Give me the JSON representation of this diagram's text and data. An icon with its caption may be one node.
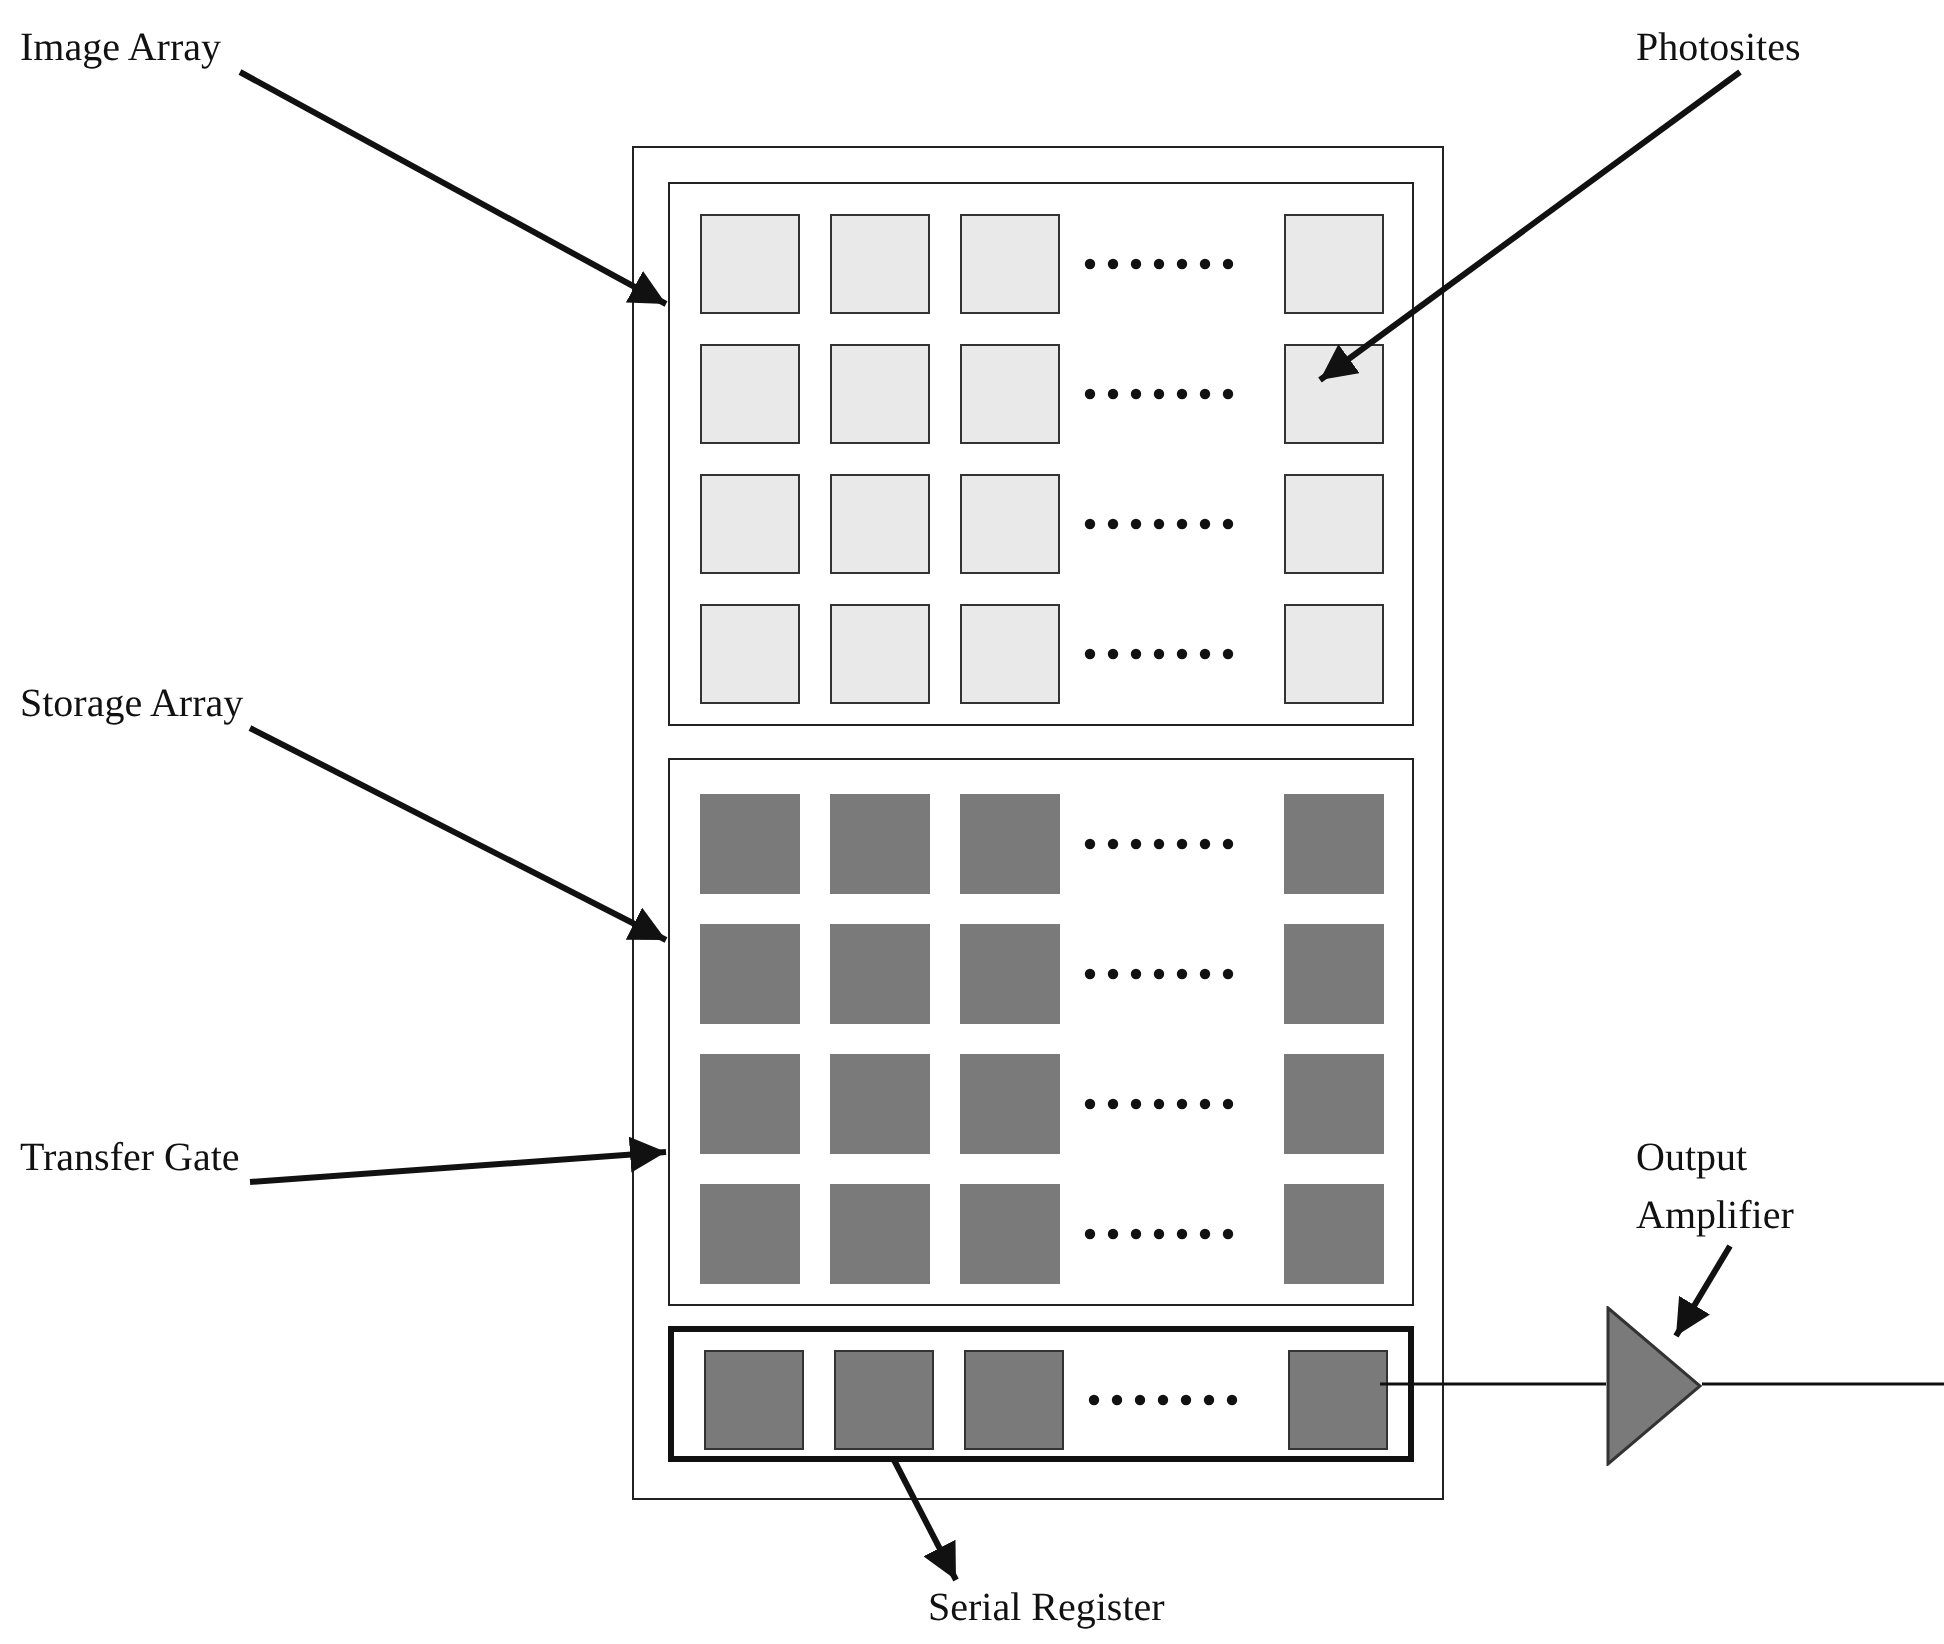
{
  "diagram": {
    "nodes": [
      {
        "text": [
          "Image Array"
        ]
      },
      {
        "text": [
          "Photosites"
        ]
      },
      {
        "text": [
          "Storage Array"
        ]
      },
      {
        "text": [
          "Transfer Gate"
        ]
      },
      {
        "text": [
          "Output Amplifier"
        ]
      },
      {
        "text": [
          "Serial Register"
        ]
      },
      {
        "text": [],
        "shape": "box"
      },
      {
        "text": [],
        "shape": "box",
        "in": 6
      },
      {
        "text": [],
        "shape": "box",
        "in": 6
      },
      {
        "text": [],
        "shape": "box",
        "in": 6
      },
      {
        "text": [],
        "shape": "triangle"
      },
      {
        "text": [],
        "shape": "box",
        "in": 7
      },
      {
        "text": [],
        "shape": "box",
        "in": 7
      },
      {
        "text": [],
        "shape": "box",
        "in": 7
      },
      {
        "text": [],
        "shape": "box",
        "in": 7
      },
      {
        "text": [],
        "shape": "box",
        "in": 7
      },
      {
        "text": [],
        "shape": "box",
        "in": 7
      },
      {
        "text": [],
        "shape": "box",
        "in": 7
      },
      {
        "text": [],
        "shape": "box",
        "in": 7
      },
      {
        "text": [],
        "shape": "box",
        "in": 7
      },
      {
        "text": [],
        "shape": "box",
        "in": 7
      },
      {
        "text": [],
        "shape": "box",
        "in": 7
      },
      {
        "text": [],
        "shape": "box",
        "in": 7
      },
      {
        "text": [],
        "shape": "box",
        "in": 7
      },
      {
        "text": [],
        "shape": "box",
        "in": 7
      },
      {
        "text": [],
        "shape": "box",
        "in": 7
      },
      {
        "text": [],
        "shape": "box",
        "in": 7
      },
      {
        "text": [],
        "shape": "box",
        "in": 8
      },
      {
        "text": [],
        "shape": "box",
        "in": 8
      },
      {
        "text": [],
        "shape": "box",
        "in": 8
      },
      {
        "text": [],
        "shape": "box",
        "in": 8
      },
      {
        "text": [],
        "shape": "box",
        "in": 8
      },
      {
        "text": [],
        "shape": "box",
        "in": 8
      },
      {
        "text": [],
        "shape": "box",
        "in": 8
      },
      {
        "text": [],
        "shape": "box",
        "in": 8
      },
      {
        "text": [],
        "shape": "box",
        "in": 8
      },
      {
        "text": [],
        "shape": "box",
        "in": 8
      },
      {
        "text": [],
        "shape": "box",
        "in": 8
      },
      {
        "text": [],
        "shape": "box",
        "in": 8
      },
      {
        "text": [],
        "shape": "box",
        "in": 8
      },
      {
        "text": [],
        "shape": "box",
        "in": 8
      },
      {
        "text": [],
        "shape": "box",
        "in": 8
      },
      {
        "text": [],
        "shape": "box",
        "in": 8
      },
      {
        "text": [],
        "shape": "box",
        "in": 9
      },
      {
        "text": [],
        "shape": "box",
        "in": 9
      },
      {
        "text": [],
        "shape": "box",
        "in": 9
      },
      {
        "text": [],
        "shape": "box",
        "in": 9
      }
    ],
    "edges": [
      {
        "from": 0,
        "to": 7,
        "arrow": "to"
      },
      {
        "from": 1,
        "to": 18,
        "arrow": "to"
      },
      {
        "from": 2,
        "to": 8,
        "arrow": "to"
      },
      {
        "from": 3,
        "to": 8,
        "arrow": "to"
      },
      {
        "from": 4,
        "to": 10,
        "arrow": "to"
      },
      {
        "from": 9,
        "to": 5,
        "arrow": "to"
      },
      {
        "from": 46,
        "to": 10,
        "arrow": "none"
      },
      {
        "from": 10,
        "to": null,
        "arrow": "none"
      }
    ]
  }
}
